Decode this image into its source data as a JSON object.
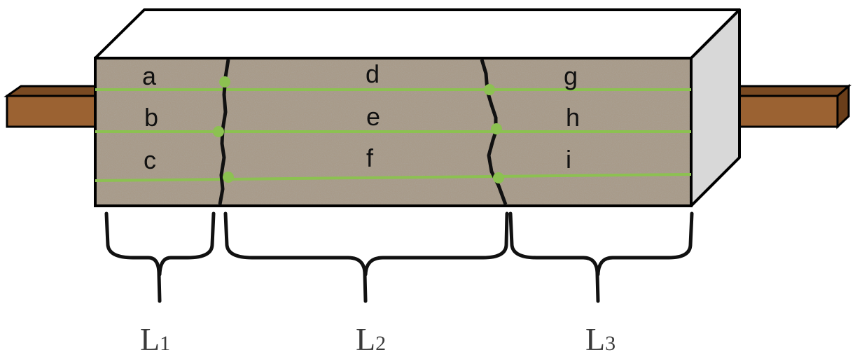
{
  "diagram": {
    "cells": {
      "a": "a",
      "b": "b",
      "c": "c",
      "d": "d",
      "e": "e",
      "f": "f",
      "g": "g",
      "h": "h",
      "i": "i"
    },
    "lengths": [
      {
        "letter": "L",
        "sub": "1"
      },
      {
        "letter": "L",
        "sub": "2"
      },
      {
        "letter": "L",
        "sub": "3"
      }
    ]
  },
  "colors": {
    "concrete": "#a89a88",
    "box_top": "#ffffff",
    "box_side": "#d8d8d8",
    "rebar": "#9b6232",
    "measurement_line": "#8cc151",
    "crack": "#111111",
    "brace": "#111111"
  }
}
